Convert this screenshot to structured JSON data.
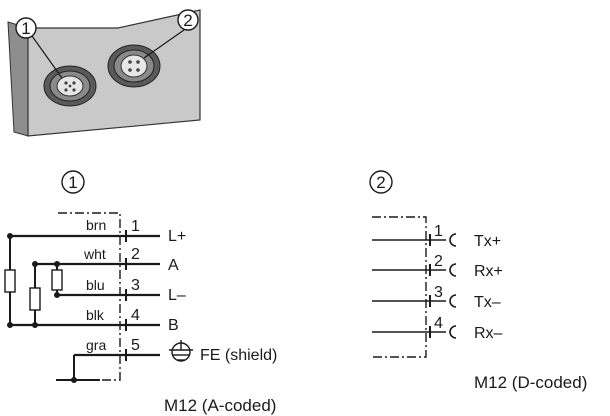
{
  "photo": {
    "callout_1": "1",
    "callout_2": "2"
  },
  "connector_a": {
    "marker": "1",
    "pins": [
      {
        "num": "1",
        "wire": "brn",
        "signal": "L+"
      },
      {
        "num": "2",
        "wire": "wht",
        "signal": "A"
      },
      {
        "num": "3",
        "wire": "blu",
        "signal": "L–"
      },
      {
        "num": "4",
        "wire": "blk",
        "signal": "B"
      },
      {
        "num": "5",
        "wire": "gra",
        "signal": "FE (shield)"
      }
    ],
    "caption": "M12 (A-coded)"
  },
  "connector_d": {
    "marker": "2",
    "pins": [
      {
        "num": "1",
        "signal": "Tx+"
      },
      {
        "num": "2",
        "signal": "Rx+"
      },
      {
        "num": "3",
        "signal": "Tx–"
      },
      {
        "num": "4",
        "signal": "Rx–"
      }
    ],
    "caption": "M12 (D-coded)"
  },
  "colors": {
    "line": "#1a1a1a",
    "panel": "#c8c8c8",
    "panel_dark": "#9a9a9a"
  }
}
